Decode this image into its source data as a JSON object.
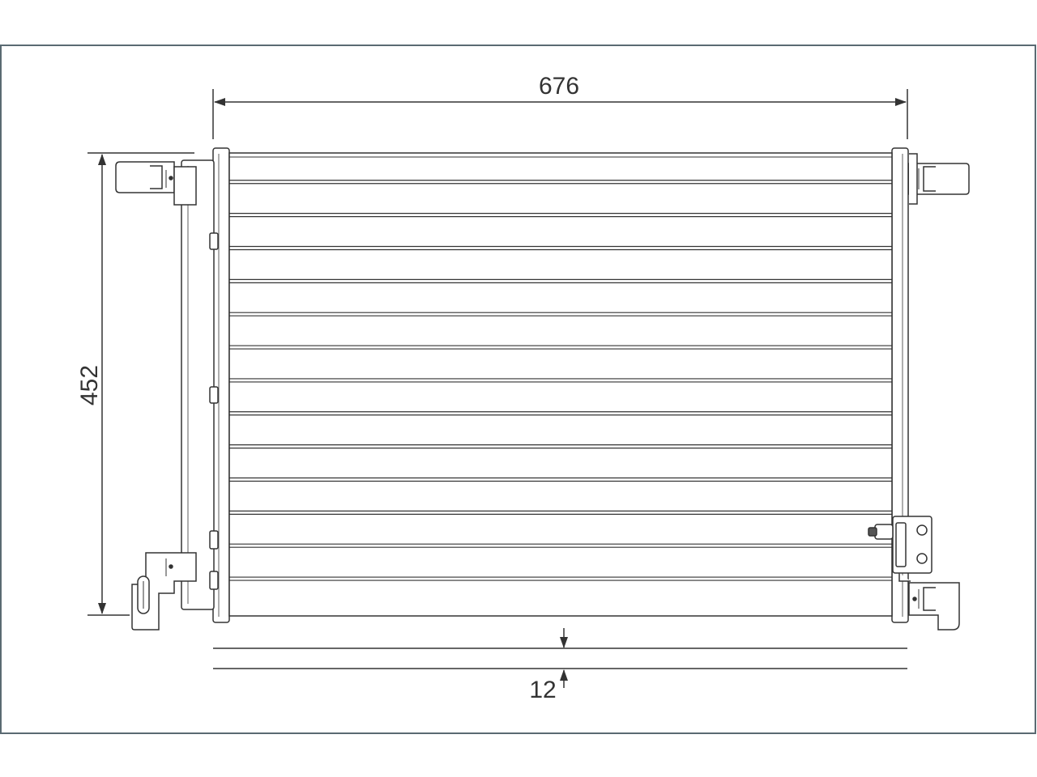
{
  "dimensions": {
    "width_label": "676",
    "height_label": "452",
    "depth_label": "12"
  },
  "colors": {
    "frame_border": "#5a6a72",
    "line": "#333333",
    "light_line": "#666666"
  },
  "drawing": {
    "tube_count": 14
  }
}
